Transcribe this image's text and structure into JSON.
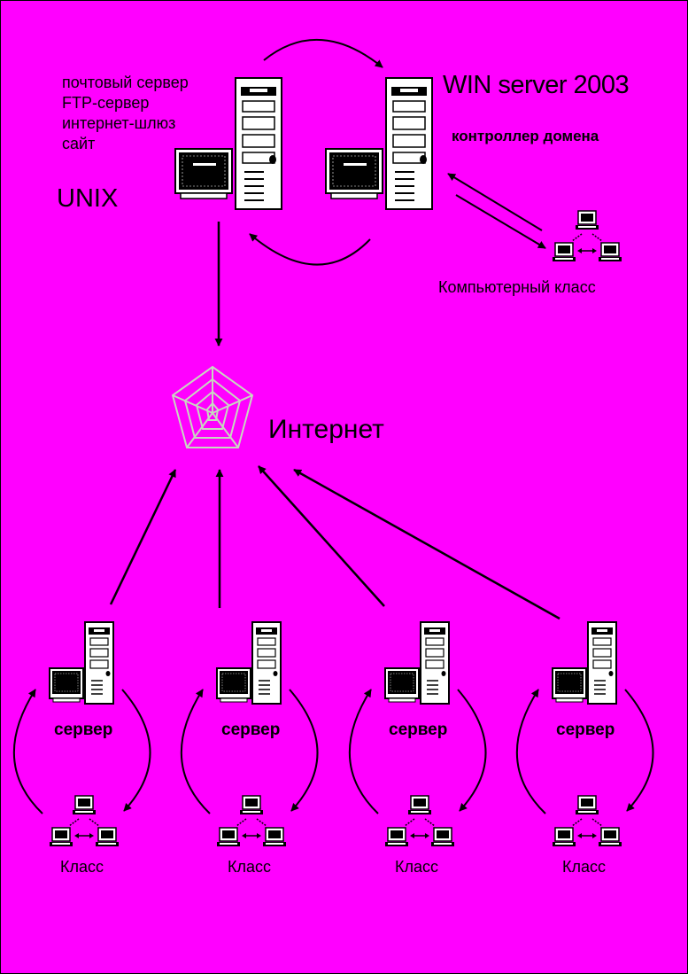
{
  "unix": {
    "label": "UNIX",
    "services": [
      "почтовый сервер",
      "FTP-сервер",
      "интернет-шлюз",
      "сайт"
    ]
  },
  "windows": {
    "label": "WIN server 2003",
    "role": "контроллер домена"
  },
  "computer_lab": {
    "label": "Компьютерный класс"
  },
  "internet": {
    "label": "Интернет"
  },
  "school_nodes": [
    {
      "server_label": "сервер",
      "class_label": "Класс"
    },
    {
      "server_label": "сервер",
      "class_label": "Класс"
    },
    {
      "server_label": "сервер",
      "class_label": "Класс"
    },
    {
      "server_label": "сервер",
      "class_label": "Класс"
    }
  ],
  "colors": {
    "background": "#ff00ff",
    "stroke": "#000000",
    "web": "#c8d8c0"
  }
}
